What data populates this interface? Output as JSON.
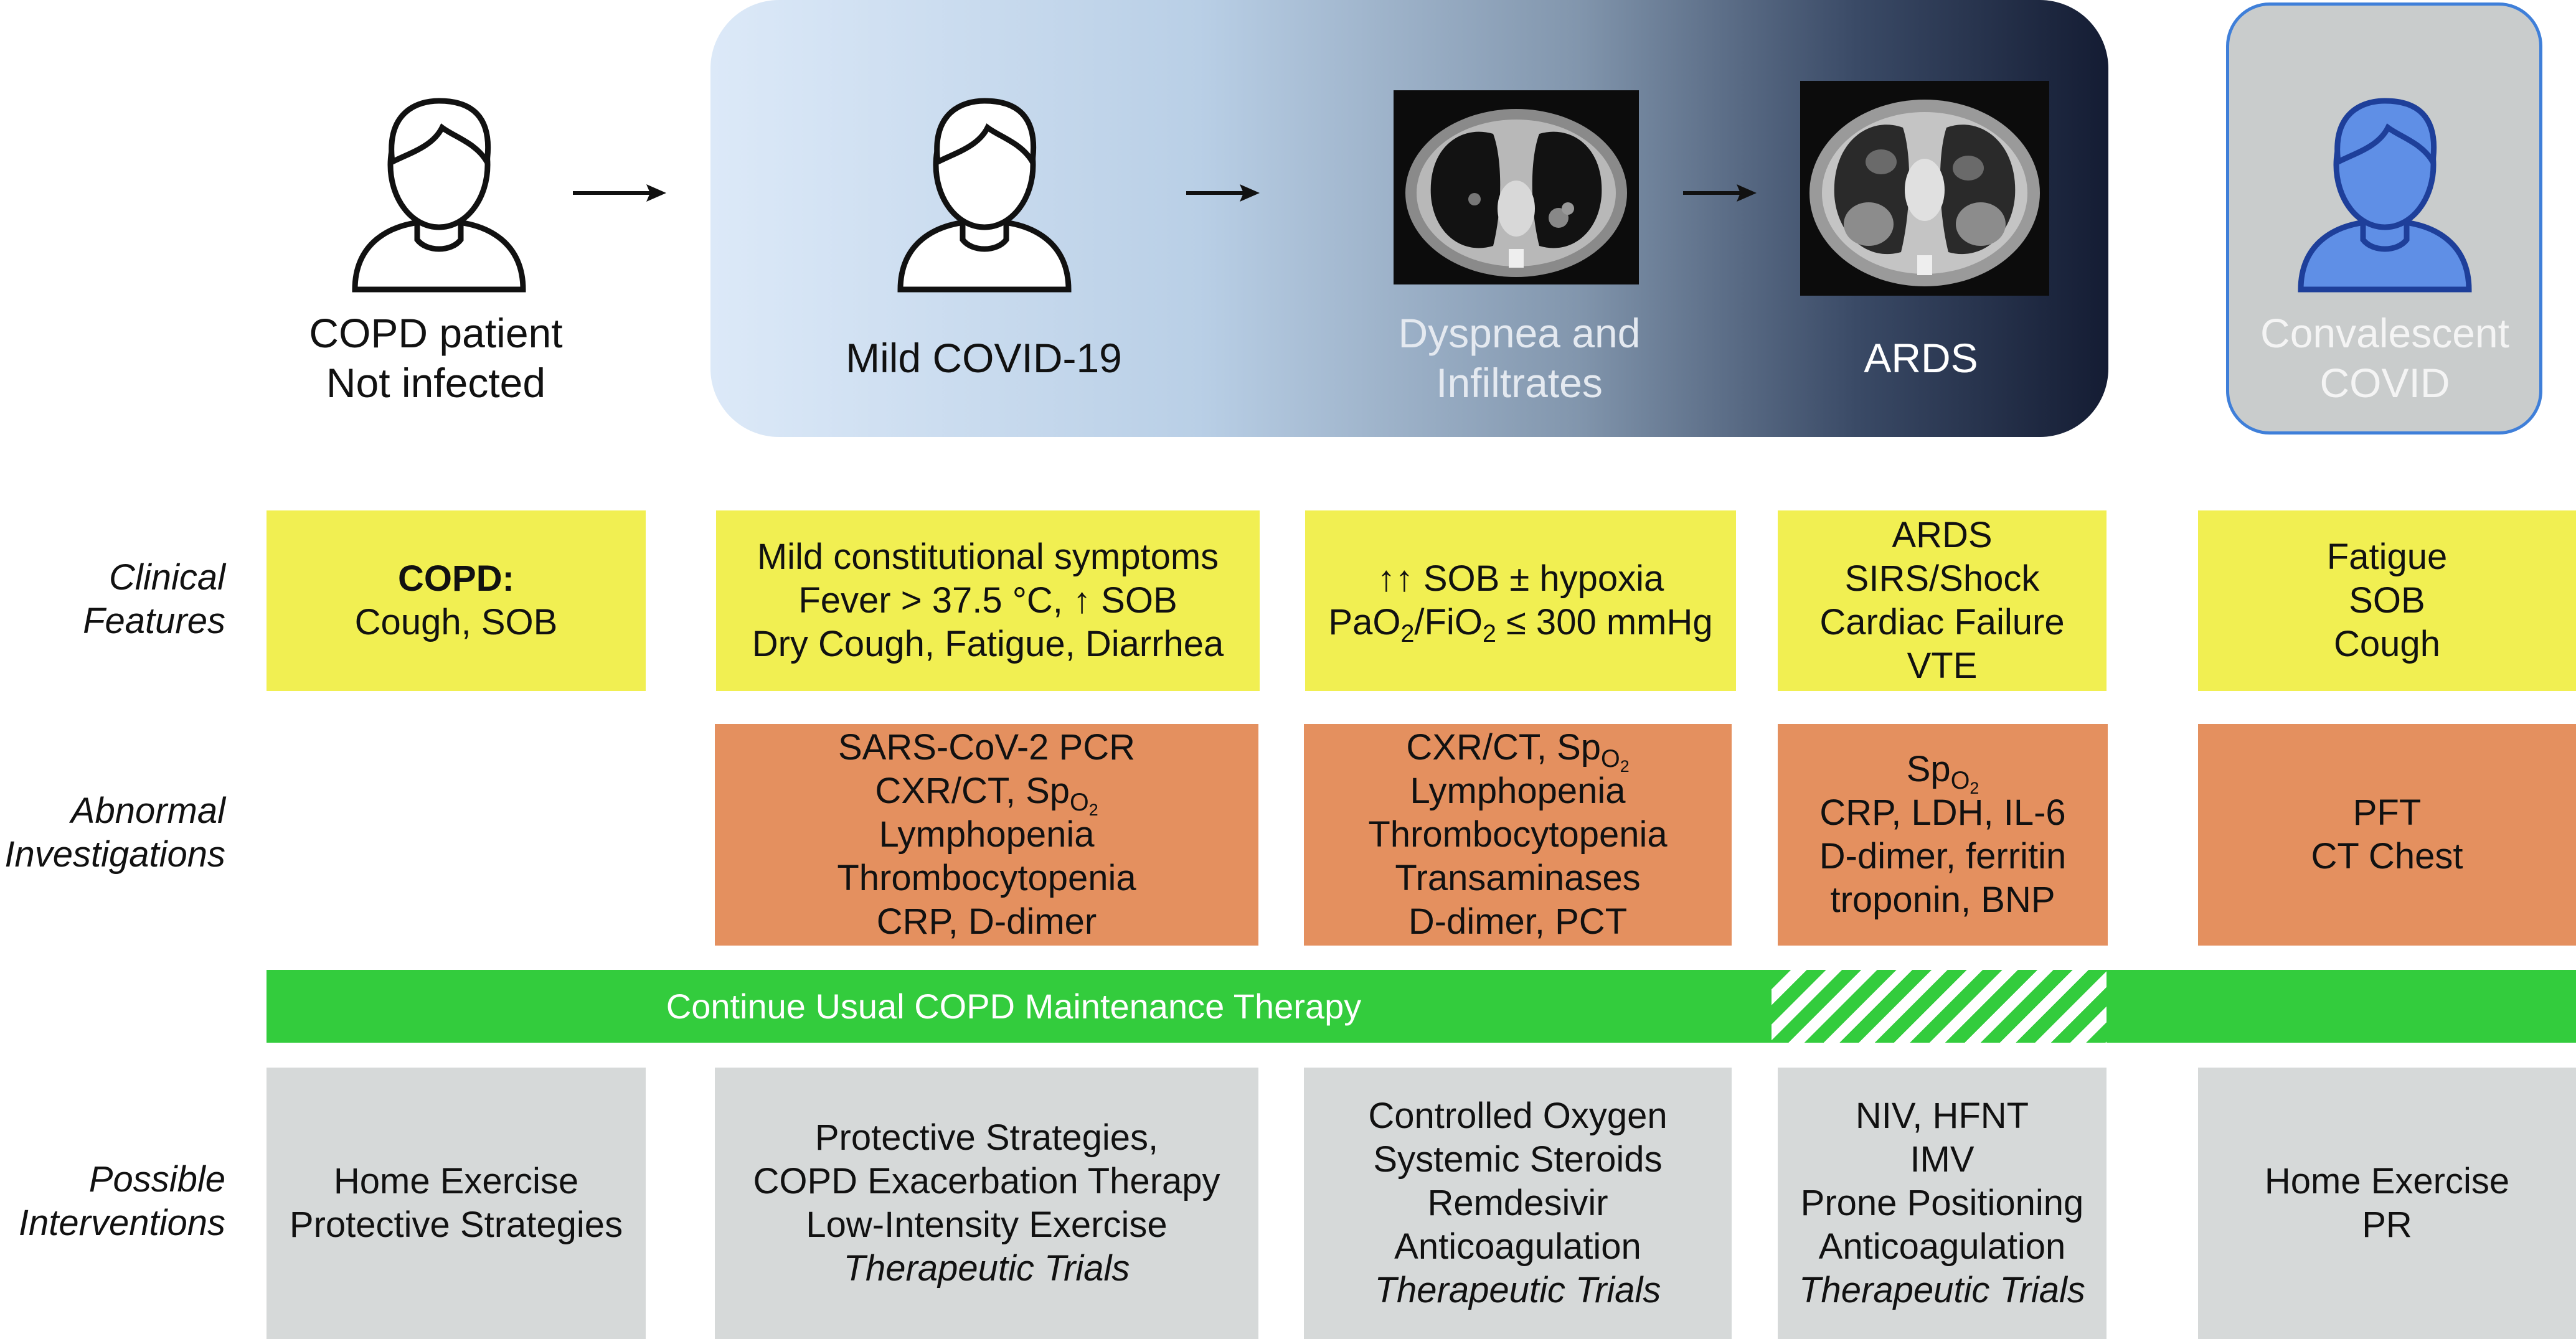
{
  "stages": [
    {
      "lines": [
        "COPD patient",
        "Not infected"
      ]
    },
    {
      "lines": [
        "Mild COVID-19"
      ]
    },
    {
      "lines": [
        "Dyspnea and",
        "Infiltrates"
      ]
    },
    {
      "lines": [
        "ARDS"
      ]
    },
    {
      "lines": [
        "Convalescent",
        "COVID"
      ]
    }
  ],
  "row_labels": {
    "clinical": [
      "Clinical",
      "Features"
    ],
    "investigations": [
      "Abnormal",
      "Investigations"
    ],
    "interventions": [
      "Possible",
      "Interventions"
    ]
  },
  "clinical": {
    "c1": {
      "title": "COPD:",
      "line": "Cough, SOB"
    },
    "c2": [
      "Mild constitutional symptoms",
      "Fever > 37.5 °C, ↑ SOB",
      "Dry Cough, Fatigue, Diarrhea"
    ],
    "c3": {
      "line1": "↑↑ SOB ± hypoxia",
      "pao2": "PaO",
      "sub2": "2",
      "slash": "/FiO",
      "sub2b": "2",
      "rest": " ≤ 300 mmHg"
    },
    "c4": [
      "ARDS",
      "SIRS/Shock",
      "Cardiac Failure",
      "VTE"
    ],
    "c5": [
      "Fatigue",
      "SOB",
      "Cough"
    ]
  },
  "investigations": {
    "c2": {
      "line1": "SARS-CoV-2 PCR",
      "cxr": "CXR/CT, Sp",
      "sub": "O",
      "subsub": "2",
      "rest": [
        "Lymphopenia",
        "Thrombocytopenia",
        "CRP, D-dimer"
      ]
    },
    "c3": {
      "cxr": "CXR/CT, Sp",
      "sub": "O",
      "subsub": "2",
      "rest": [
        "Lymphopenia",
        "Thrombocytopenia",
        "Transaminases",
        "D-dimer, PCT"
      ]
    },
    "c4": {
      "sp": "Sp",
      "sub": "O",
      "subsub": "2",
      "rest": [
        "CRP, LDH, IL-6",
        "D-dimer, ferritin",
        "troponin, BNP"
      ]
    },
    "c5": [
      "PFT",
      "CT Chest"
    ]
  },
  "maintenance_bar": {
    "label": "Continue Usual COPD Maintenance Therapy"
  },
  "interventions": {
    "c1": [
      "Home Exercise",
      "Protective Strategies"
    ],
    "c2": [
      "Protective Strategies,",
      "COPD Exacerbation Therapy",
      "Low-Intensity Exercise"
    ],
    "c2_italic": "Therapeutic Trials",
    "c3": [
      "Controlled Oxygen",
      "Systemic Steroids",
      "Remdesivir",
      "Anticoagulation"
    ],
    "c3_italic": "Therapeutic Trials",
    "c4": [
      "NIV, HFNT",
      "IMV",
      "Prone Positioning",
      "Anticoagulation"
    ],
    "c4_italic": "Therapeutic Trials",
    "c5": [
      "Home Exercise",
      "PR"
    ]
  },
  "colors": {
    "clinical": "#f1ef52",
    "investigations": "#e4905f",
    "bar": "#33cc3d",
    "interventions": "#d6d9d9",
    "convalescent_box": "#c9cccc",
    "convalescent_border": "#3f7fd9",
    "person_icon_blue": "#5f8fe6",
    "gradient_start": "#dce9f8",
    "gradient_end": "#141c33"
  },
  "icons": [
    "person-icon",
    "arrow-right-icon",
    "lung-ct-image"
  ]
}
